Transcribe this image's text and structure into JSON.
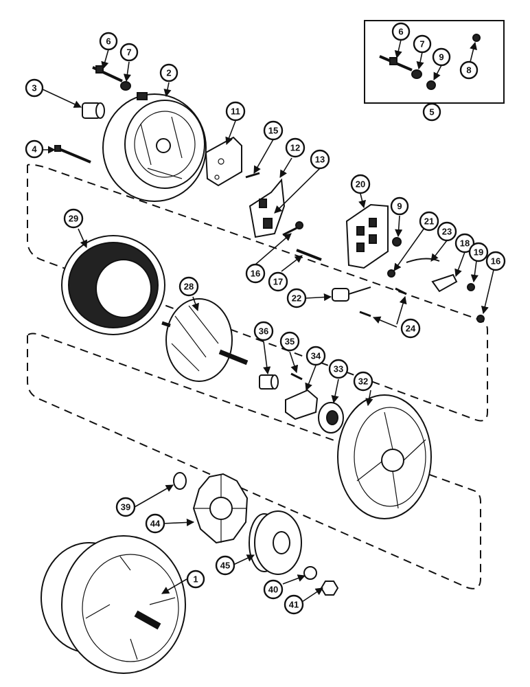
{
  "colors": {
    "ink": "#111111",
    "paper": "#ffffff"
  },
  "callouts": {
    "c1": "1",
    "c2": "2",
    "c3": "3",
    "c4": "4",
    "c5": "5",
    "c6a": "6",
    "c6b": "6",
    "c7a": "7",
    "c7b": "7",
    "c8": "8",
    "c9a": "9",
    "c9b": "9",
    "c11": "11",
    "c12": "12",
    "c13": "13",
    "c15": "15",
    "c16a": "16",
    "c16b": "16",
    "c17": "17",
    "c18": "18",
    "c19": "19",
    "c20": "20",
    "c21": "21",
    "c22": "22",
    "c23": "23",
    "c24": "24",
    "c28": "28",
    "c29": "29",
    "c32": "32",
    "c33": "33",
    "c34": "34",
    "c35": "35",
    "c36": "36",
    "c39": "39",
    "c40": "40",
    "c41": "41",
    "c44": "44",
    "c45": "45"
  },
  "icons": [
    "arrow-leader",
    "exploded-part"
  ]
}
